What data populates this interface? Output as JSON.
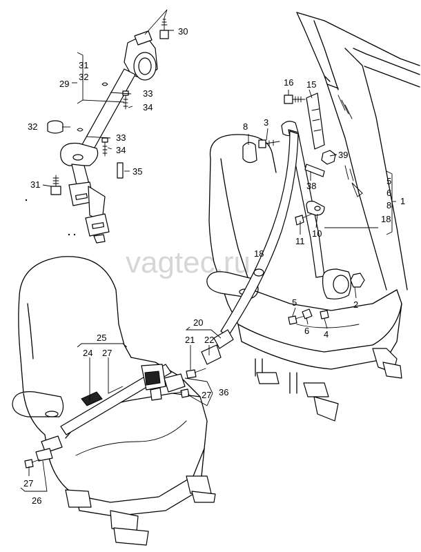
{
  "watermark": "vagtec.ru",
  "callouts": [
    {
      "id": "c30",
      "text": "30"
    },
    {
      "id": "c31a",
      "text": "31"
    },
    {
      "id": "c32a",
      "text": "32"
    },
    {
      "id": "c29",
      "text": "29"
    },
    {
      "id": "c33a",
      "text": "33"
    },
    {
      "id": "c34a",
      "text": "34"
    },
    {
      "id": "c32b",
      "text": "32"
    },
    {
      "id": "c33b",
      "text": "33"
    },
    {
      "id": "c34b",
      "text": "34"
    },
    {
      "id": "c35",
      "text": "35"
    },
    {
      "id": "c31b",
      "text": "31"
    },
    {
      "id": "c16",
      "text": "16"
    },
    {
      "id": "c15",
      "text": "15"
    },
    {
      "id": "c8",
      "text": "8"
    },
    {
      "id": "c3",
      "text": "3"
    },
    {
      "id": "c39",
      "text": "39"
    },
    {
      "id": "c38",
      "text": "38"
    },
    {
      "id": "c5r",
      "text": "5"
    },
    {
      "id": "c6r",
      "text": "6"
    },
    {
      "id": "c8r",
      "text": "8"
    },
    {
      "id": "c18r",
      "text": "18"
    },
    {
      "id": "c1",
      "text": "1"
    },
    {
      "id": "c11",
      "text": "11"
    },
    {
      "id": "c10",
      "text": "10"
    },
    {
      "id": "c18",
      "text": "18"
    },
    {
      "id": "c2",
      "text": "2"
    },
    {
      "id": "c5",
      "text": "5"
    },
    {
      "id": "c6",
      "text": "6"
    },
    {
      "id": "c4",
      "text": "4"
    },
    {
      "id": "c20",
      "text": "20"
    },
    {
      "id": "c21",
      "text": "21"
    },
    {
      "id": "c22",
      "text": "22"
    },
    {
      "id": "c25",
      "text": "25"
    },
    {
      "id": "c24",
      "text": "24"
    },
    {
      "id": "c27a",
      "text": "27"
    },
    {
      "id": "c36",
      "text": "36"
    },
    {
      "id": "c27b",
      "text": "27"
    },
    {
      "id": "c27c",
      "text": "27"
    },
    {
      "id": "c26",
      "text": "26"
    }
  ]
}
